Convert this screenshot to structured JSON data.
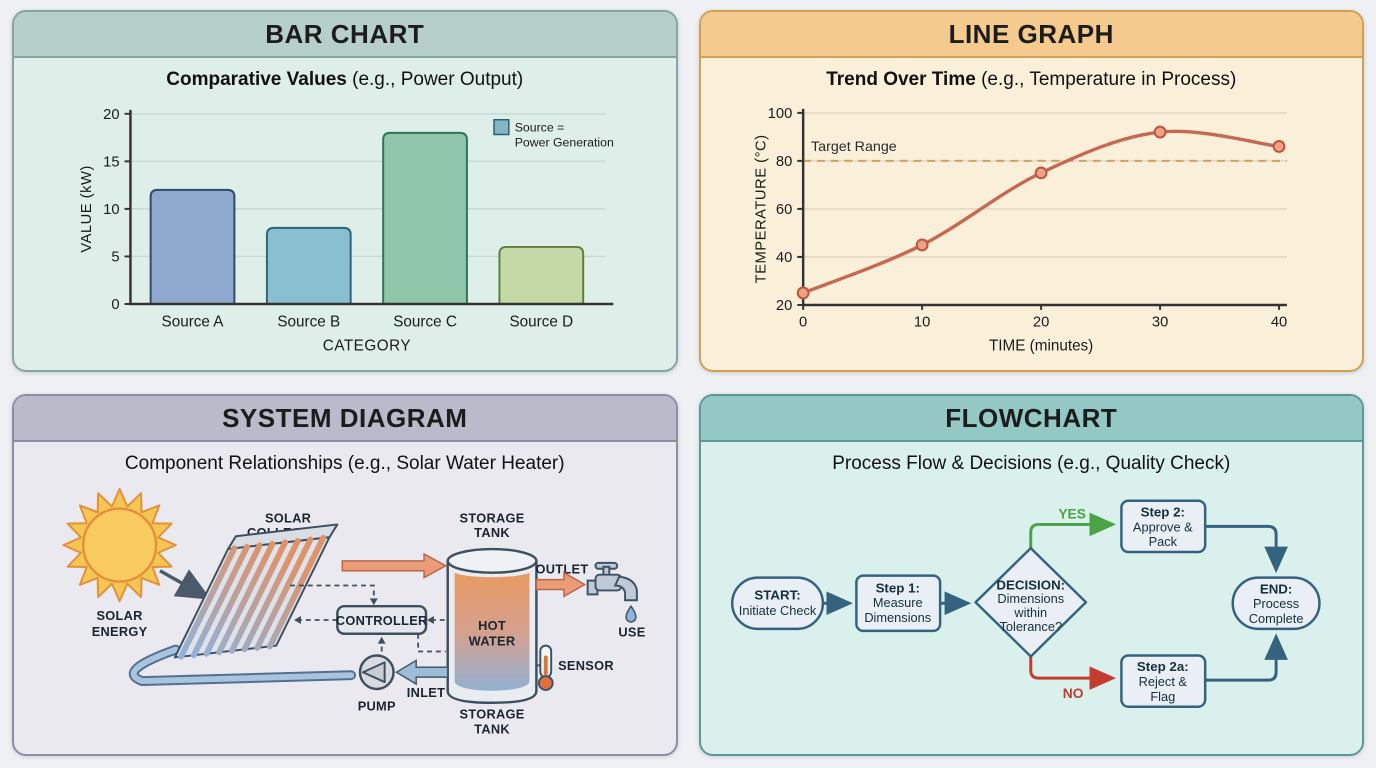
{
  "page": {
    "background": "#eef0f4"
  },
  "panels": {
    "bar_chart": {
      "header": "BAR CHART",
      "subtitle_bold": "Comparative Values",
      "subtitle_rest": " (e.g., Power Output)",
      "theme": {
        "header_bg": "#b7cfcb",
        "body_bg": "#deeee9",
        "border": "#84a5a0"
      },
      "chart_data": {
        "type": "bar",
        "title": "Comparative Values (e.g., Power Output)",
        "categories": [
          "Source A",
          "Source B",
          "Source C",
          "Source D"
        ],
        "values": [
          12,
          8,
          18,
          6
        ],
        "bar_colors": [
          "#8ea9cd",
          "#89c0d1",
          "#90c6aa",
          "#c4d9a5"
        ],
        "bar_strokes": [
          "#2e4a66",
          "#2d6478",
          "#35705a",
          "#5f7e3e"
        ],
        "xlabel": "CATEGORY",
        "ylabel": "VALUE (kW)",
        "ylim": [
          0,
          20
        ],
        "yticks": [
          0,
          5,
          10,
          15,
          20
        ],
        "grid": "horizontal",
        "legend": {
          "position": "top-right",
          "line1": "Source =",
          "line2": "Power Generation",
          "swatch": "#82b7c4",
          "swatch_stroke": "#2d5f70"
        }
      }
    },
    "line_graph": {
      "header": "LINE GRAPH",
      "subtitle_bold": "Trend Over Time",
      "subtitle_rest": " (e.g., Temperature in Process)",
      "theme": {
        "header_bg": "#f4ca8e",
        "body_bg": "#faf0da",
        "border": "#d2a055"
      },
      "chart_data": {
        "type": "line",
        "title": "Trend Over Time (e.g., Temperature in Process)",
        "x": [
          0,
          10,
          20,
          30,
          40
        ],
        "y": [
          25,
          45,
          75,
          92,
          86
        ],
        "xlabel": "TIME (minutes)",
        "ylabel": "TEMPERATURE (°C)",
        "xlim": [
          0,
          40
        ],
        "ylim": [
          20,
          100
        ],
        "xticks": [
          0,
          10,
          20,
          30,
          40
        ],
        "yticks": [
          20,
          40,
          60,
          80,
          100
        ],
        "grid": "horizontal",
        "line_color": "#c76952",
        "marker_fill": "#f0a183",
        "marker_stroke": "#b85640",
        "target": {
          "value": 80,
          "label": "Target Range",
          "color": "#c9a36a"
        }
      }
    },
    "system_diagram": {
      "header": "SYSTEM DIAGRAM",
      "subtitle": "Component Relationships (e.g., Solar Water Heater)",
      "theme": {
        "header_bg": "#babaca",
        "body_bg": "#e9e9ef",
        "border": "#8d8da3"
      },
      "labels": {
        "solar_energy": [
          "SOLAR",
          "ENERGY"
        ],
        "solar_collector": [
          "SOLAR",
          "COLLECTOR"
        ],
        "storage_tank_top": [
          "STORAGE",
          "TANK"
        ],
        "storage_tank_bottom": [
          "STORAGE",
          "TANK"
        ],
        "hot_water": [
          "HOT",
          "WATER"
        ],
        "controller": "CONTROLLER",
        "pump": "PUMP",
        "inlet": "INLET",
        "outlet": "OUTLET",
        "sensor": "SENSOR",
        "use": "USE"
      },
      "colors": {
        "sun": "#f9cb5e",
        "sun_stroke": "#e2903c",
        "hot_flow": "#eb9c76",
        "cold_flow": "#9dbcd8",
        "outline": "#3f4f60"
      }
    },
    "flowchart": {
      "header": "FLOWCHART",
      "subtitle": "Process Flow & Decisions (e.g., Quality Check)",
      "theme": {
        "header_bg": "#93c8c5",
        "body_bg": "#daf0ec",
        "border": "#5d9894"
      },
      "nodes": {
        "start": {
          "bold": "START:",
          "line1": "Initiate Check"
        },
        "step1": {
          "bold": "Step 1:",
          "line1": "Measure",
          "line2": "Dimensions"
        },
        "decision": {
          "bold": "DECISION:",
          "line1": "Dimensions",
          "line2": "within",
          "line3": "Tolerance?"
        },
        "step2": {
          "bold": "Step 2:",
          "line1": "Approve &",
          "line2": "Pack"
        },
        "step2a": {
          "bold": "Step 2a:",
          "line1": "Reject &",
          "line2": "Flag"
        },
        "end": {
          "bold": "END:",
          "line1": "Process",
          "line2": "Complete"
        }
      },
      "edges": {
        "yes_label": "YES",
        "no_label": "NO",
        "yes_color": "#4aa344",
        "no_color": "#c33b31",
        "arrow_color": "#35637f",
        "node_fill": "#e9eff5",
        "node_stroke": "#35637f"
      }
    }
  }
}
